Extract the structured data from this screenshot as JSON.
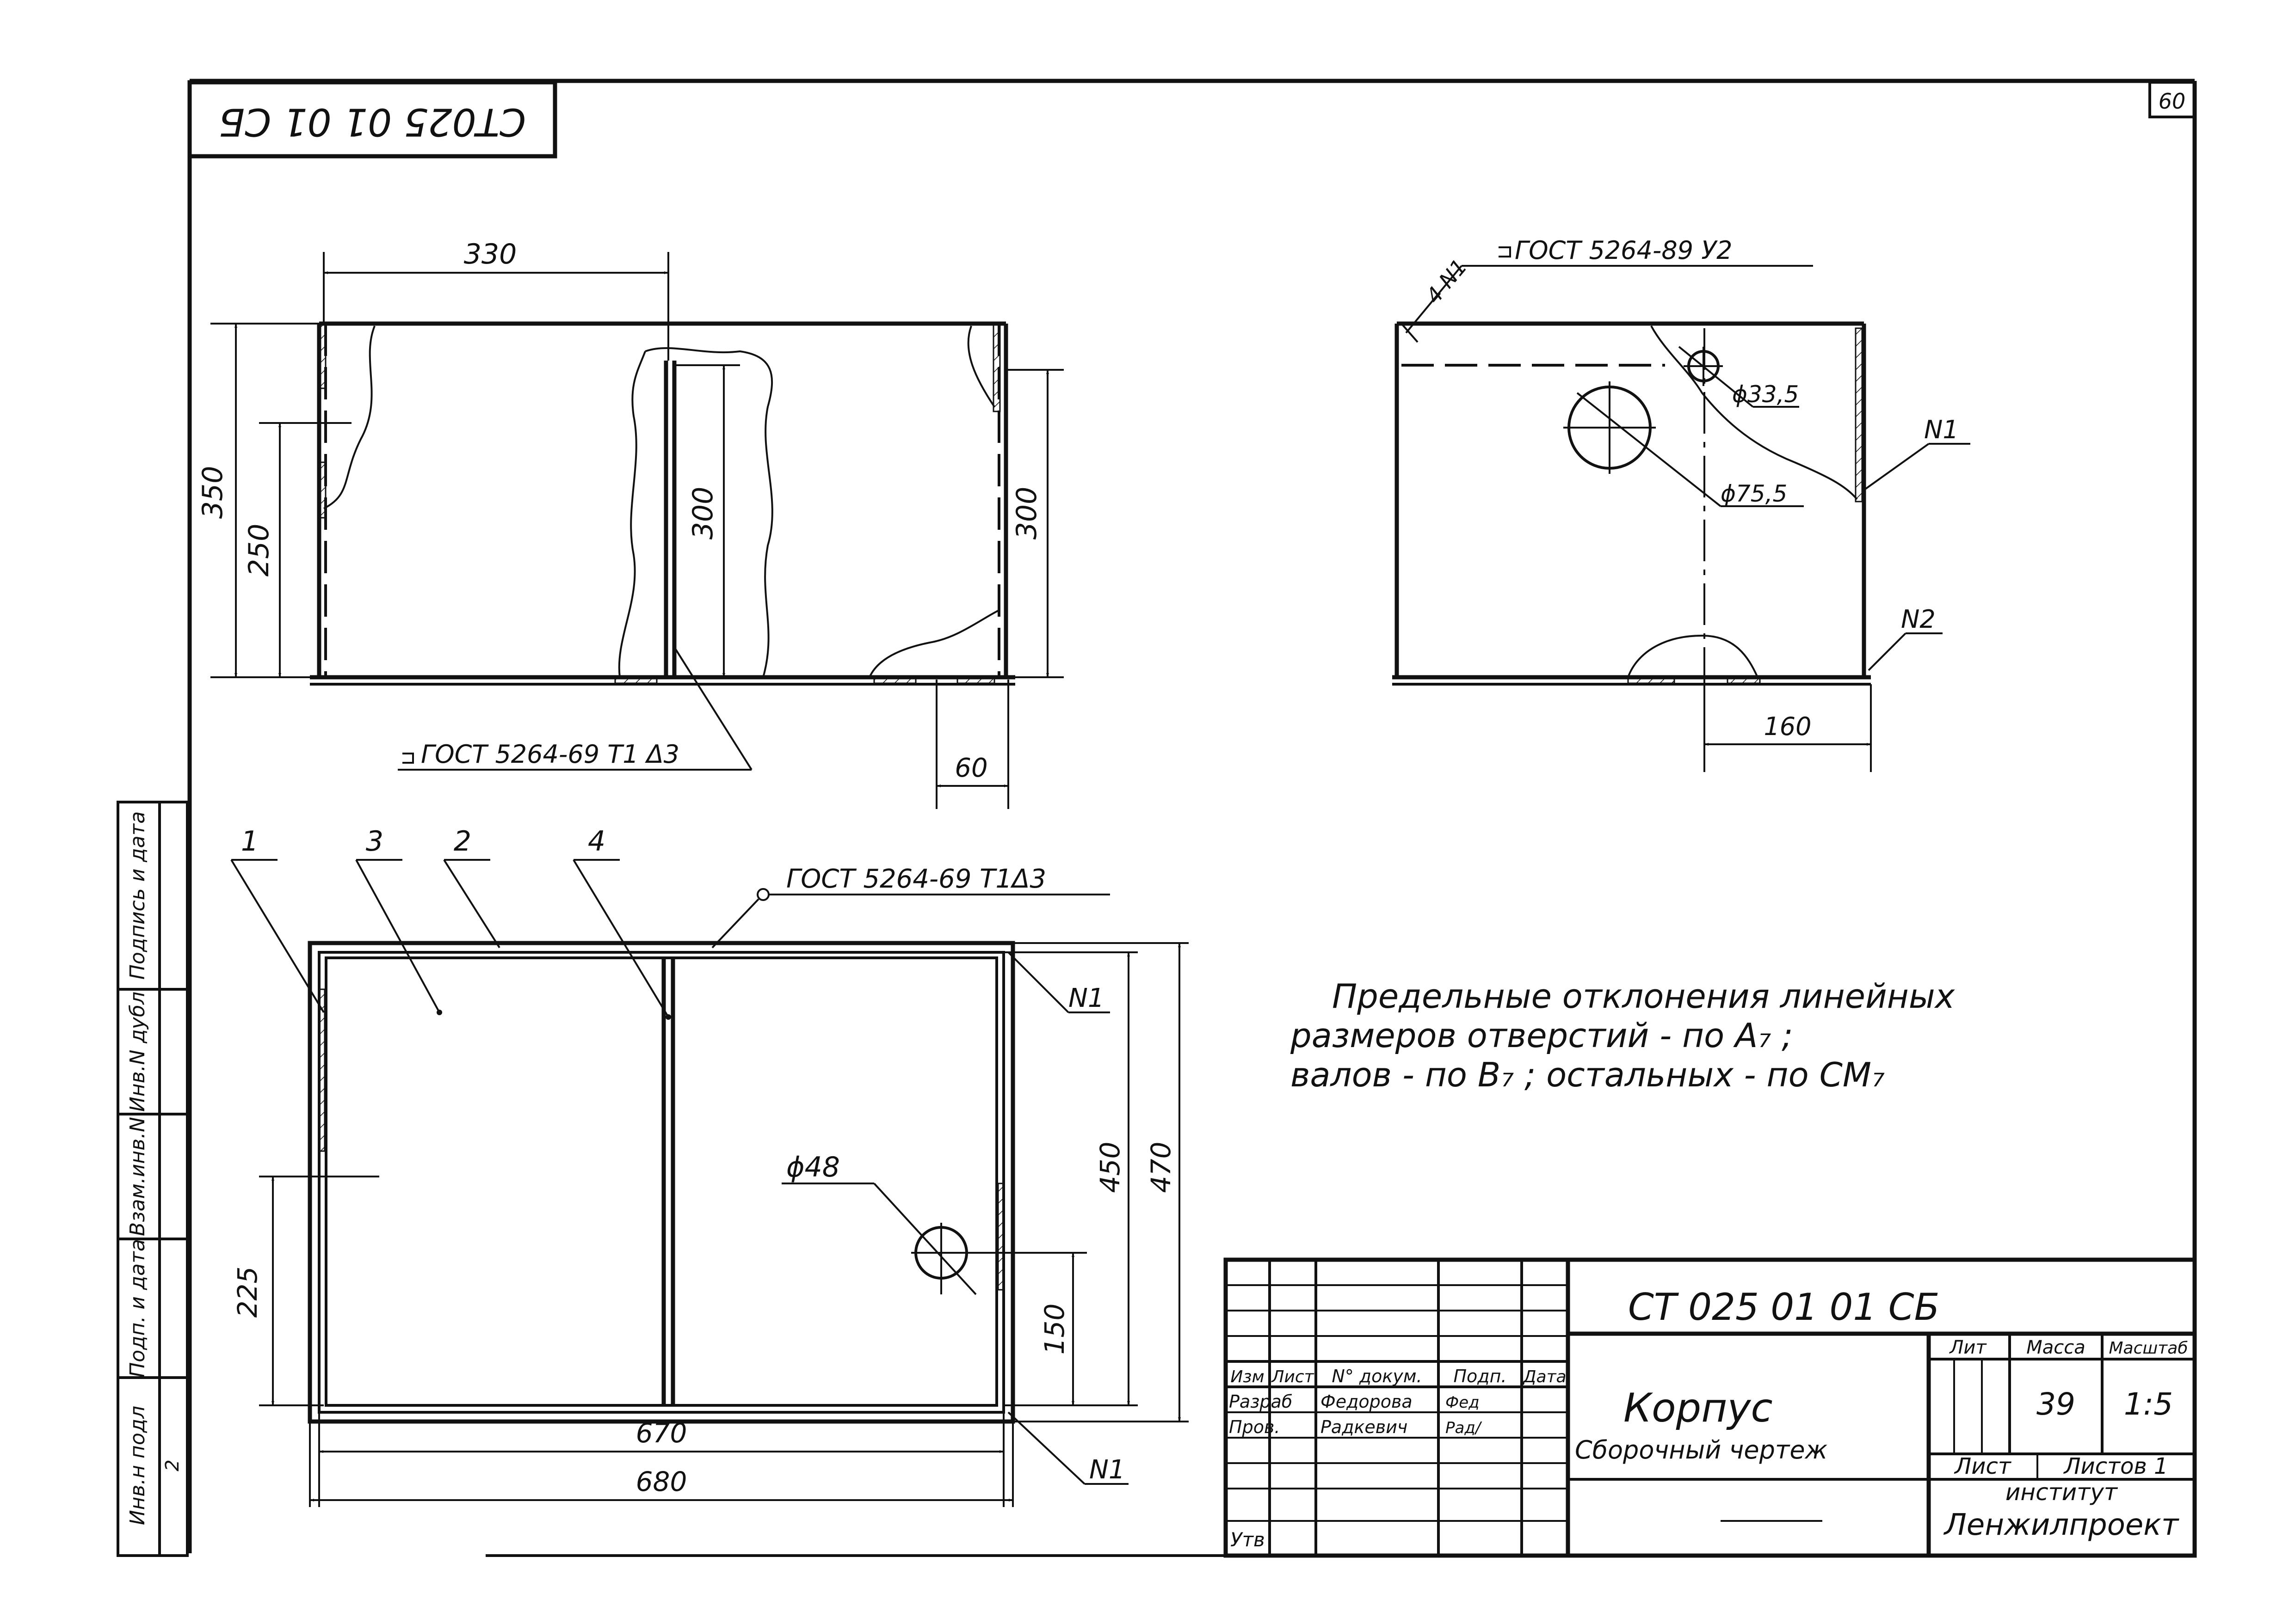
{
  "drawing": {
    "page_number": "60",
    "rotated_code": "CT025 01 01 СБ"
  },
  "view_front": {
    "dims": {
      "d330": "330",
      "d350": "350",
      "d250": "250",
      "d300_mid": "300",
      "d300_right": "300",
      "d60": "60"
    },
    "weld_note": "ГОСТ 5264-69  Т1 Δ3"
  },
  "view_side": {
    "weld_marker": "4 N1",
    "weld_note": "ГОСТ 5264-89  У2",
    "hole_small": "ϕ33,5",
    "hole_large": "ϕ75,5",
    "pos_n1": "N1",
    "pos_n2": "N2",
    "dim_160": "160"
  },
  "view_plan": {
    "callouts": [
      "1",
      "3",
      "2",
      "4"
    ],
    "weld_note": "ГОСТ 5264-69  Т1Δ3",
    "pos_n1_top": "N1",
    "pos_n1_bottom": "N1",
    "hole": "ϕ48",
    "dims": {
      "d225": "225",
      "d450": "450",
      "d470": "470",
      "d150": "150",
      "d670": "670",
      "d680": "680"
    }
  },
  "notes": {
    "line1": "Предельные   отклонения  линейных",
    "line2": "размеров  отверстий  - по А₇ ;",
    "line3": "валов - по В₇ ;  остальных - по  СМ₇"
  },
  "side_stamp": [
    "Инв.н подл",
    "Подп. и дата",
    "Взам.инв.N",
    "Инв.N дубл",
    "Подпись и дата"
  ],
  "side_stamp_extra": "2",
  "title_block": {
    "designation": "СТ 025 01 01 СБ",
    "name": "Корпус",
    "doc_type": "Сборочный чертеж",
    "headers": [
      "Изм",
      "Лист",
      "N° докум.",
      "Подп.",
      "Дата"
    ],
    "rows": [
      {
        "role": "Разраб",
        "person": "Федорова",
        "sign": "Фед"
      },
      {
        "role": "Пров.",
        "person": "Радкевич",
        "sign": "Рад/"
      }
    ],
    "approve": "Утв",
    "lit_label": "Лит",
    "mass_label": "Масса",
    "scale_label": "Масштаб",
    "mass": "39",
    "scale": "1:5",
    "sheet_label": "Лист",
    "sheets_label": "Листов 1",
    "org_label": "институт",
    "org_name": "Ленжилпроект"
  }
}
